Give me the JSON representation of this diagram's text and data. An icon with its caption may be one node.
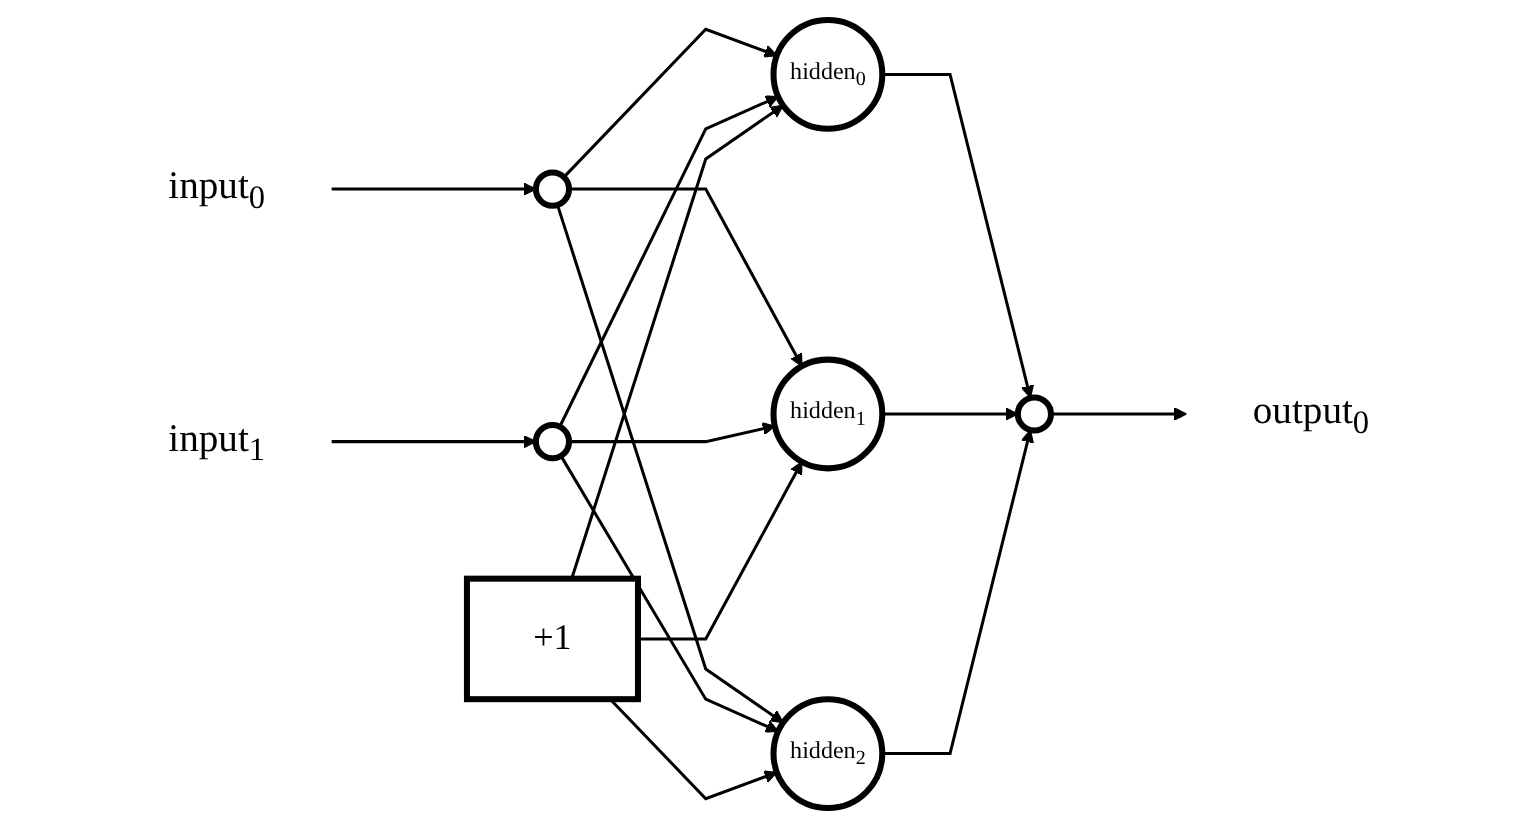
{
  "diagram": {
    "nodes": [
      {
        "text": [
          "input$_{0}$"
        ]
      },
      {
        "text": [
          "input$_{1}$"
        ]
      },
      {
        "text": [],
        "shape": "circle"
      },
      {
        "text": [],
        "shape": "circle"
      },
      {
        "text": [
          "+1"
        ]
      },
      {
        "text": [
          "hidden$_{0}$"
        ]
      },
      {
        "text": [
          "hidden$_{1}$"
        ]
      },
      {
        "text": [
          "hidden$_{2}$"
        ]
      },
      {
        "text": [],
        "shape": "circle"
      },
      {
        "text": [
          "output$_{0}$"
        ]
      }
    ],
    "edges": [
      {
        "from": 0,
        "to": 2,
        "arrow": "to"
      },
      {
        "from": 1,
        "to": 3,
        "arrow": "to"
      },
      {
        "from": 2,
        "to": 5,
        "arrow": "to"
      },
      {
        "from": 2,
        "to": 6,
        "arrow": "to"
      },
      {
        "from": 2,
        "to": 7,
        "arrow": "to"
      },
      {
        "from": 3,
        "to": 5,
        "arrow": "to"
      },
      {
        "from": 3,
        "to": 6,
        "arrow": "to"
      },
      {
        "from": 3,
        "to": 7,
        "arrow": "to"
      },
      {
        "from": 4,
        "to": 5,
        "arrow": "to"
      },
      {
        "from": 4,
        "to": 6,
        "arrow": "to"
      },
      {
        "from": 4,
        "to": 7,
        "arrow": "to"
      },
      {
        "from": 5,
        "to": 8,
        "arrow": "to"
      },
      {
        "from": 6,
        "to": 8,
        "arrow": "to"
      },
      {
        "from": 7,
        "to": 8,
        "arrow": "to"
      },
      {
        "from": 8,
        "to": 9,
        "arrow": "to"
      }
    ]
  }
}
